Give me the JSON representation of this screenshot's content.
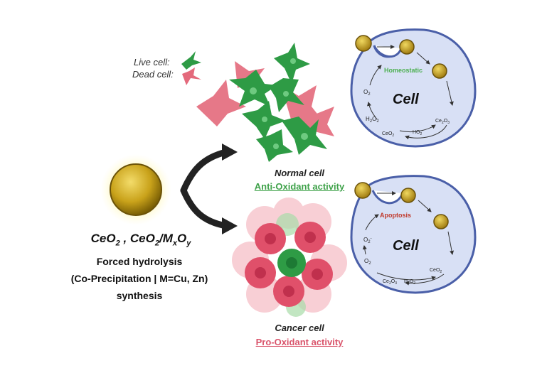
{
  "legend": {
    "live_label": "Live cell:",
    "dead_label": "Dead cell:"
  },
  "nanoparticle": {
    "formula_parts": {
      "ceo2_a": "CeO",
      "sub_2a": "2",
      "sep": " , ",
      "ceo2_b": "CeO",
      "sub_2b": "2",
      "slash": "/M",
      "sub_x": "x",
      "o": "O",
      "sub_y": "y"
    },
    "method": "Forced hydrolysis",
    "detail": "(Co-Precipitation | M=Cu, Zn)",
    "synthesis": "synthesis"
  },
  "normal": {
    "title": "Normal cell",
    "activity": "Anti-Oxidant activity"
  },
  "cancer": {
    "title": "Cancer cell",
    "activity": "Pro-Oxidant activity"
  },
  "cell_top": {
    "title": "Cell",
    "state": "Homeostatic",
    "o2": "O",
    "o2_sub": "2",
    "h2o2": "H",
    "h2o2_sub1": "2",
    "h2o2_mid": "O",
    "h2o2_sub2": "2",
    "ce2o3": "Ce",
    "ce2o3_sub1": "2",
    "ce2o3_mid": "O",
    "ce2o3_sub2": "3",
    "ceo2": "CeO",
    "ceo2_sub": "2",
    "ho2": "HO",
    "ho2_sub": "2",
    "ho2_sup": "-"
  },
  "cell_bottom": {
    "title": "Cell",
    "state": "Apoptosis",
    "o2minus": "O",
    "o2minus_sub": "2",
    "o2minus_sup": "-",
    "o2": "O",
    "o2_sub": "2",
    "ceo2": "CeO",
    "ceo2_sub": "2",
    "ce2o3": "Ce",
    "ce2o3_sub1": "2",
    "ce2o3_mid": "O",
    "ce2o3_sub2": "3",
    "h2o2": "H",
    "h2o2_sub1": "2",
    "h2o2_mid": "O",
    "h2o2_sub2": "2"
  },
  "colors": {
    "live_green": "#2e9b45",
    "dead_red": "#e46a7c",
    "cell_fill": "#d8e0f5",
    "cell_stroke": "#4a5fa8",
    "particle_gold": "#c9a21a",
    "glow": "#fff6a8",
    "homeostatic_green": "#4caf50",
    "apoptosis_red": "#c0392b"
  }
}
